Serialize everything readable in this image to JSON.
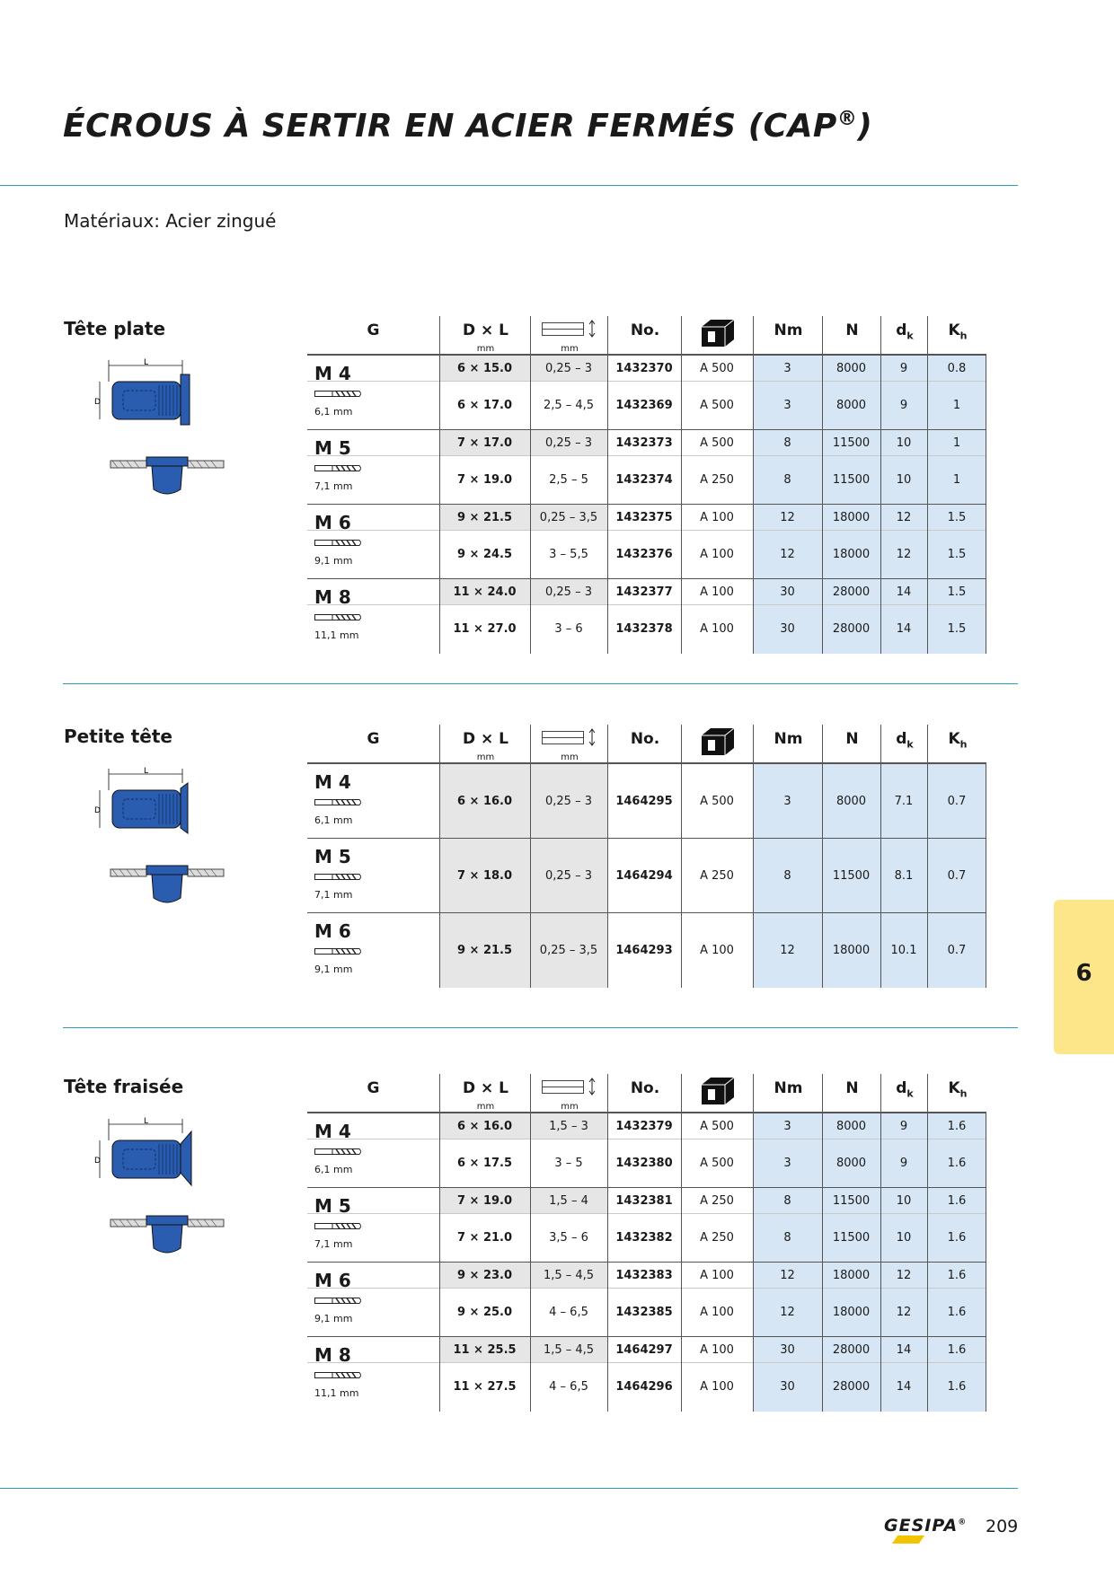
{
  "title": "ÉCROUS À SERTIR EN ACIER FERMÉS (CAP",
  "title_sup": "®",
  "title_close": ")",
  "materials": "Matériaux: Acier zingué",
  "headers": {
    "g": "G",
    "dl": "D × L",
    "dl_unit": "mm",
    "grip_unit": "mm",
    "no": "No.",
    "nm": "Nm",
    "n": "N",
    "dk": "d",
    "dk_sub": "k",
    "kh": "K",
    "kh_sub": "h"
  },
  "diagram_labels": {
    "l": "L",
    "d": "D"
  },
  "sections": [
    {
      "title": "Tête plate",
      "rows": [
        {
          "g": "M 4",
          "drill": "6,1 mm",
          "items": [
            {
              "dl": "6 × 15.0",
              "grip": "0,25 – 3",
              "no": "1432370",
              "pack": "A 500",
              "nm": "3",
              "n": "8000",
              "dk": "9",
              "kh": "0.8"
            },
            {
              "dl": "6 × 17.0",
              "grip": "2,5 – 4,5",
              "no": "1432369",
              "pack": "A 500",
              "nm": "3",
              "n": "8000",
              "dk": "9",
              "kh": "1"
            }
          ]
        },
        {
          "g": "M 5",
          "drill": "7,1 mm",
          "items": [
            {
              "dl": "7 × 17.0",
              "grip": "0,25 – 3",
              "no": "1432373",
              "pack": "A 500",
              "nm": "8",
              "n": "11500",
              "dk": "10",
              "kh": "1"
            },
            {
              "dl": "7 × 19.0",
              "grip": "2,5 – 5",
              "no": "1432374",
              "pack": "A 250",
              "nm": "8",
              "n": "11500",
              "dk": "10",
              "kh": "1"
            }
          ]
        },
        {
          "g": "M 6",
          "drill": "9,1 mm",
          "items": [
            {
              "dl": "9 × 21.5",
              "grip": "0,25 – 3,5",
              "no": "1432375",
              "pack": "A 100",
              "nm": "12",
              "n": "18000",
              "dk": "12",
              "kh": "1.5"
            },
            {
              "dl": "9 × 24.5",
              "grip": "3 – 5,5",
              "no": "1432376",
              "pack": "A 100",
              "nm": "12",
              "n": "18000",
              "dk": "12",
              "kh": "1.5"
            }
          ]
        },
        {
          "g": "M 8",
          "drill": "11,1 mm",
          "items": [
            {
              "dl": "11 × 24.0",
              "grip": "0,25 – 3",
              "no": "1432377",
              "pack": "A 100",
              "nm": "30",
              "n": "28000",
              "dk": "14",
              "kh": "1.5"
            },
            {
              "dl": "11 × 27.0",
              "grip": "3 – 6",
              "no": "1432378",
              "pack": "A 100",
              "nm": "30",
              "n": "28000",
              "dk": "14",
              "kh": "1.5"
            }
          ]
        }
      ]
    },
    {
      "title": "Petite tête",
      "rows": [
        {
          "g": "M 4",
          "drill": "6,1 mm",
          "items": [
            {
              "dl": "6 × 16.0",
              "grip": "0,25 – 3",
              "no": "1464295",
              "pack": "A 500",
              "nm": "3",
              "n": "8000",
              "dk": "7.1",
              "kh": "0.7"
            }
          ]
        },
        {
          "g": "M 5",
          "drill": "7,1 mm",
          "items": [
            {
              "dl": "7 × 18.0",
              "grip": "0,25 – 3",
              "no": "1464294",
              "pack": "A 250",
              "nm": "8",
              "n": "11500",
              "dk": "8.1",
              "kh": "0.7"
            }
          ]
        },
        {
          "g": "M 6",
          "drill": "9,1 mm",
          "items": [
            {
              "dl": "9 × 21.5",
              "grip": "0,25 – 3,5",
              "no": "1464293",
              "pack": "A 100",
              "nm": "12",
              "n": "18000",
              "dk": "10.1",
              "kh": "0.7"
            }
          ]
        }
      ]
    },
    {
      "title": "Tête fraisée",
      "rows": [
        {
          "g": "M 4",
          "drill": "6,1 mm",
          "items": [
            {
              "dl": "6 × 16.0",
              "grip": "1,5 – 3",
              "no": "1432379",
              "pack": "A 500",
              "nm": "3",
              "n": "8000",
              "dk": "9",
              "kh": "1.6"
            },
            {
              "dl": "6 × 17.5",
              "grip": "3 – 5",
              "no": "1432380",
              "pack": "A 500",
              "nm": "3",
              "n": "8000",
              "dk": "9",
              "kh": "1.6"
            }
          ]
        },
        {
          "g": "M 5",
          "drill": "7,1 mm",
          "items": [
            {
              "dl": "7 × 19.0",
              "grip": "1,5 – 4",
              "no": "1432381",
              "pack": "A 250",
              "nm": "8",
              "n": "11500",
              "dk": "10",
              "kh": "1.6"
            },
            {
              "dl": "7 × 21.0",
              "grip": "3,5 – 6",
              "no": "1432382",
              "pack": "A 250",
              "nm": "8",
              "n": "11500",
              "dk": "10",
              "kh": "1.6"
            }
          ]
        },
        {
          "g": "M 6",
          "drill": "9,1 mm",
          "items": [
            {
              "dl": "9 × 23.0",
              "grip": "1,5 – 4,5",
              "no": "1432383",
              "pack": "A 100",
              "nm": "12",
              "n": "18000",
              "dk": "12",
              "kh": "1.6"
            },
            {
              "dl": "9 × 25.0",
              "grip": "4 – 6,5",
              "no": "1432385",
              "pack": "A 100",
              "nm": "12",
              "n": "18000",
              "dk": "12",
              "kh": "1.6"
            }
          ]
        },
        {
          "g": "M 8",
          "drill": "11,1 mm",
          "items": [
            {
              "dl": "11 × 25.5",
              "grip": "1,5 – 4,5",
              "no": "1464297",
              "pack": "A 100",
              "nm": "30",
              "n": "28000",
              "dk": "14",
              "kh": "1.6"
            },
            {
              "dl": "11 × 27.5",
              "grip": "4 – 6,5",
              "no": "1464296",
              "pack": "A 100",
              "nm": "30",
              "n": "28000",
              "dk": "14",
              "kh": "1.6"
            }
          ]
        }
      ]
    }
  ],
  "chapter_tab": "6",
  "logo": "GESIPA",
  "logo_reg": "®",
  "page_number": "209",
  "colors": {
    "accent_rule": "#2e9bbf",
    "blue_fill": "#d6e6f4",
    "grey_fill": "#e6e6e6",
    "tab_yellow": "#fde68a",
    "rivet_blue": "#2a5db0"
  }
}
